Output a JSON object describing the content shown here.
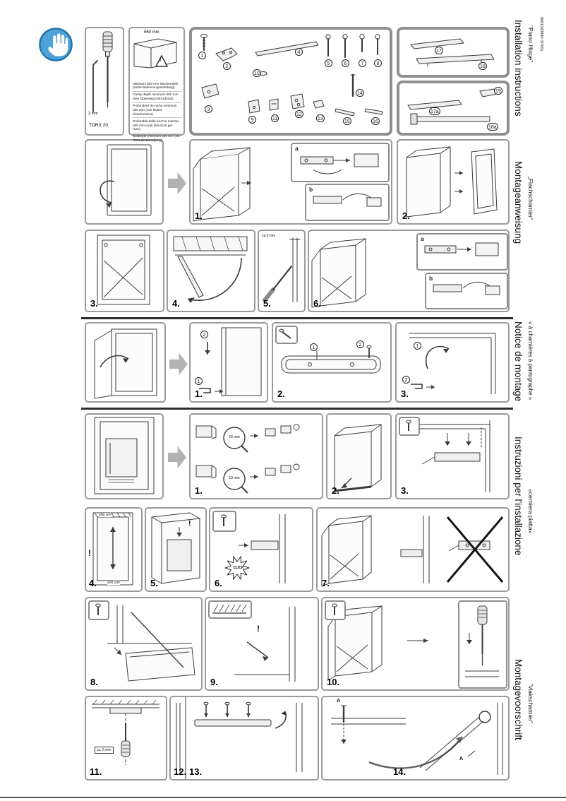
{
  "meta": {
    "code": "9001043840 (9705)"
  },
  "sidebar": {
    "languages": [
      {
        "title": "Installation instructions",
        "subtitle": "\"Piano Hinge\""
      },
      {
        "title": "Montageanweisung",
        "subtitle": "„Flachscharnier“"
      },
      {
        "title": "Notice de montage",
        "subtitle": "« à charnières à pantographe »"
      },
      {
        "title": "Instruzioni per l'installazione",
        "subtitle": "«cerniera piatta»"
      },
      {
        "title": "Montagevoorschrift",
        "subtitle": "\"vlakscharnier\""
      }
    ]
  },
  "tools": {
    "torx_label": "TORX 20",
    "hex_label": "2 mm"
  },
  "cavity": {
    "width": "560 mm",
    "warning": "!",
    "notes": [
      "Minimum 550 mm Nischentiefe (siehe Bedienungsanleitung)",
      "Cavity depth minimum 550 mm (see Operating instructions)",
      "Profondeur de niche minimum 550 mm (voir Notice d'instructions)",
      "Profondità della nicchia minima 550 mm (vedi Istruzioni per l'uso)",
      "Nisdiepte minimum 550 mm (zie Gebruiksaanwijzing)"
    ]
  },
  "parts": {
    "numbers": [
      "1",
      "2",
      "3",
      "4",
      "5",
      "6",
      "7",
      "8",
      "9",
      "10",
      "11",
      "12",
      "13",
      "14",
      "15",
      "16"
    ],
    "panel2": [
      "17",
      "18"
    ],
    "panel3": [
      "17a",
      "19",
      "18a"
    ]
  },
  "steps": {
    "seq1": [
      "1.",
      "2.",
      "3.",
      "4.",
      "5.",
      "6."
    ],
    "seq2": [
      "1.",
      "2.",
      "3."
    ],
    "seq3": [
      "1.",
      "2.",
      "3.",
      "4.",
      "5.",
      "6.",
      "7.",
      "8.",
      "9.",
      "10.",
      "11.",
      "12.",
      "13.",
      "14."
    ]
  },
  "annotations": {
    "ca5": "ca 5 mm",
    "ca5b": "ca. 5 mm",
    "mm16": "16 mm",
    "mm19": "19 mm",
    "cm200": "200 cm²",
    "click": "CLICK",
    "warn": "!",
    "a": "a",
    "b": "b",
    "A": "A"
  },
  "markers": {
    "m1": "1",
    "m2": "2"
  }
}
